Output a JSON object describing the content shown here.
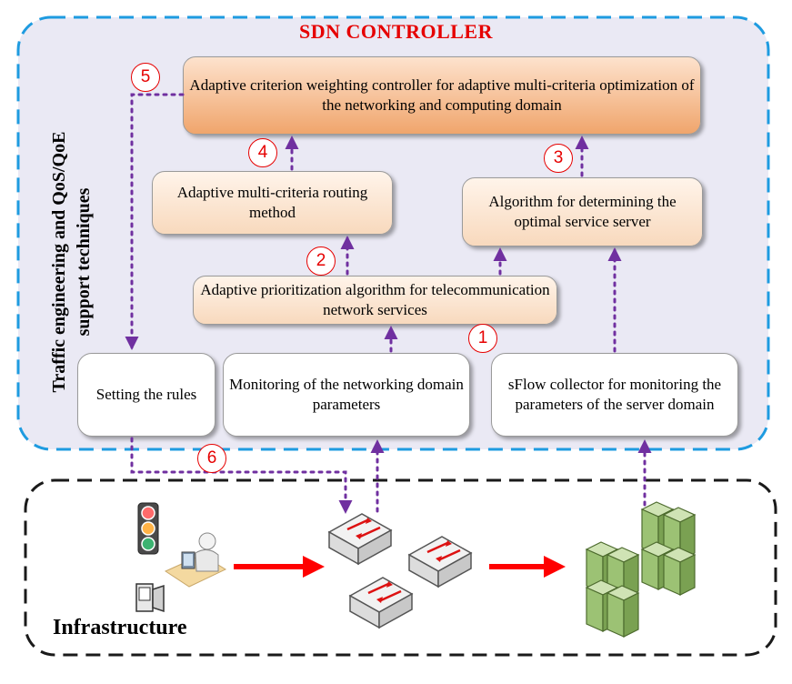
{
  "controller": {
    "title": "SDN CONTROLLER",
    "side_label_line1": "Traffic engineering and QoS/QoE",
    "side_label_line2": "support techniques"
  },
  "boxes": {
    "weighting": "Adaptive criterion weighting controller for adaptive multi-criteria optimization of the networking and computing domain",
    "routing": "Adaptive multi-criteria routing method",
    "server_algo": "Algorithm for determining the optimal service server",
    "prioritization": "Adaptive prioritization algorithm for telecommunication network services",
    "rules": "Setting the rules",
    "monitoring": "Monitoring of the networking domain parameters",
    "sflow": "sFlow collector for monitoring the parameters of the server  domain"
  },
  "badges": [
    "1",
    "2",
    "3",
    "4",
    "5",
    "6"
  ],
  "infrastructure": {
    "label": "Infrastructure"
  },
  "colors": {
    "controller_border": "#1e9be0",
    "controller_fill": "#eae9f4",
    "infra_border": "#1a1a1a",
    "arrow_purple": "#7030a0",
    "flow_red": "#ff0000",
    "badge_red": "#e60000",
    "server_green": "#8db46a"
  }
}
